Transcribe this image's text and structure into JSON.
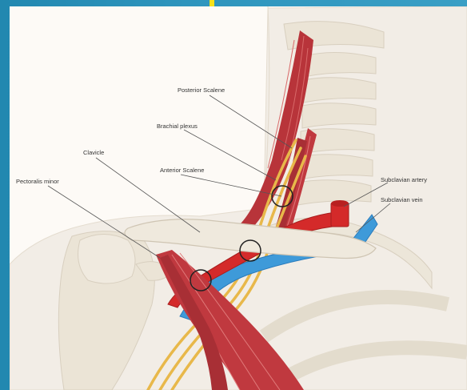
{
  "colors": {
    "background": "#2a7fa4",
    "panel": "#fdfaf6",
    "bone": "#ece6d9",
    "muscle": "#c0393f",
    "nerve": "#e8b84a",
    "artery": "#d42a2a",
    "vein": "#3e9ad9",
    "highlight": "#f6e21a"
  },
  "labels": {
    "posterior_scalene": "Posterior Scalene",
    "brachial_plexus": "Brachial plexus",
    "clavicle": "Clavicle",
    "anterior_scalene": "Anterior Scalene",
    "pectoralis_minor": "Pectoralis minor",
    "subclavian_artery": "Subclavian artery",
    "subclavian_vein": "Subclavian vein"
  }
}
